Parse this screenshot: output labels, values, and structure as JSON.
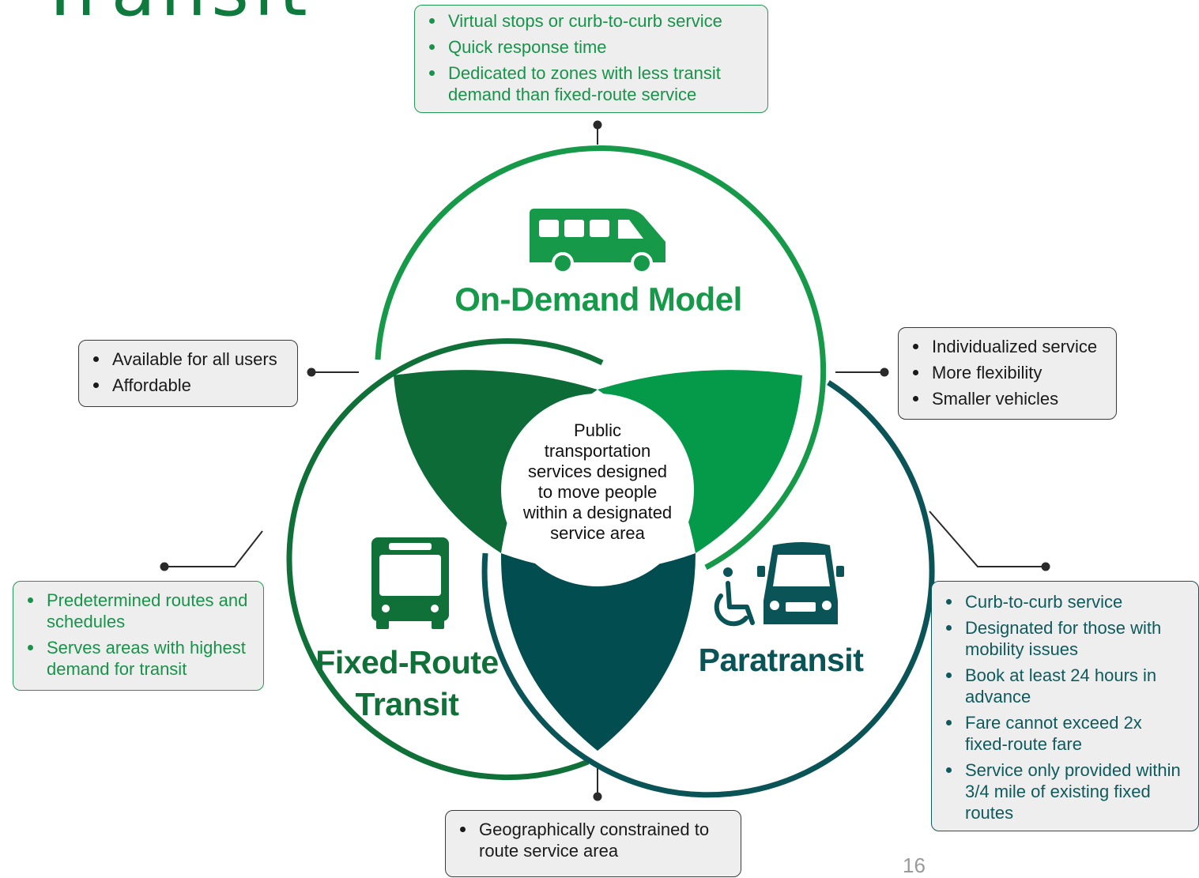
{
  "slide": {
    "title_partial": "Transit",
    "page_number": "16"
  },
  "colors": {
    "on_demand": "#169a4a",
    "fixed_route": "#0f7038",
    "paratransit": "#0a5458",
    "overlap_on_demand_fixed": "#0c6b37",
    "overlap_on_demand_para": "#05994a",
    "overlap_fixed_para": "#024d4f",
    "callout_bg": "#eeeeee"
  },
  "center": {
    "text": "Public transportation services designed to move people within a designated service area"
  },
  "circles": {
    "on_demand": {
      "label": "On-Demand Model",
      "icon": "minibus-icon"
    },
    "fixed_route": {
      "label_line1": "Fixed-Route",
      "label_line2": "Transit",
      "icon": "bus-front-icon"
    },
    "paratransit": {
      "label": "Paratransit",
      "icons": [
        "wheelchair-icon",
        "van-front-icon"
      ]
    }
  },
  "callouts": {
    "on_demand": [
      "Virtual stops or curb-to-curb service",
      "Quick response time",
      "Dedicated to zones with less transit demand than fixed-route service"
    ],
    "shared_fixed_on_demand": [
      "Available for all users",
      "Affordable"
    ],
    "shared_on_demand_para": [
      "Individualized service",
      "More flexibility",
      "Smaller vehicles"
    ],
    "fixed_route": [
      "Predetermined routes and schedules",
      "Serves areas with highest demand for transit"
    ],
    "paratransit": [
      "Curb-to-curb service",
      "Designated for those with mobility issues",
      "Book at least 24 hours in advance",
      "Fare cannot exceed 2x fixed-route fare",
      "Service only provided within 3/4 mile of existing fixed routes"
    ],
    "shared_fixed_para": [
      "Geographically constrained to route service area"
    ]
  }
}
